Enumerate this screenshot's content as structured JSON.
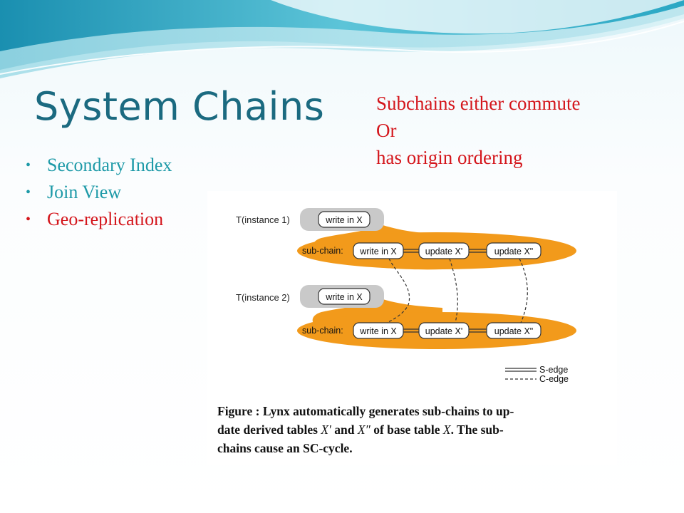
{
  "slide": {
    "title": "System Chains",
    "note_lines": [
      "Subchains either commute",
      "Or",
      "has origin ordering"
    ],
    "bullets": [
      {
        "label": "Secondary Index",
        "color": "#1e9aa8"
      },
      {
        "label": "Join View",
        "color": "#1e9aa8"
      },
      {
        "label": "Geo-replication",
        "color": "#d4161c"
      }
    ]
  },
  "figure": {
    "instance1_label": "T(instance 1)",
    "instance2_label": "T(instance 2)",
    "txn_op": "write in X",
    "subchain_label": "sub-chain:",
    "subchain_ops": [
      "write in X",
      "update X'",
      "update X\""
    ],
    "legend": {
      "s_edge": "S-edge",
      "c_edge": "C-edge"
    },
    "caption": {
      "line1": "Figure   : Lynx automatically generates sub-chains to up-",
      "line2_a": "date derived tables ",
      "line2_x1": "X′",
      "line2_b": " and ",
      "line2_x2": "X″",
      "line2_c": " of base table ",
      "line2_x3": "X",
      "line2_d": ".  The sub-",
      "line3": "chains cause an SC-cycle."
    }
  },
  "colors": {
    "title": "#1b6a80",
    "accent": "#d4161c",
    "bullet": "#1e9aa8",
    "subchain_fill": "#f29a1b",
    "txn_fill": "#c9c9c9"
  }
}
